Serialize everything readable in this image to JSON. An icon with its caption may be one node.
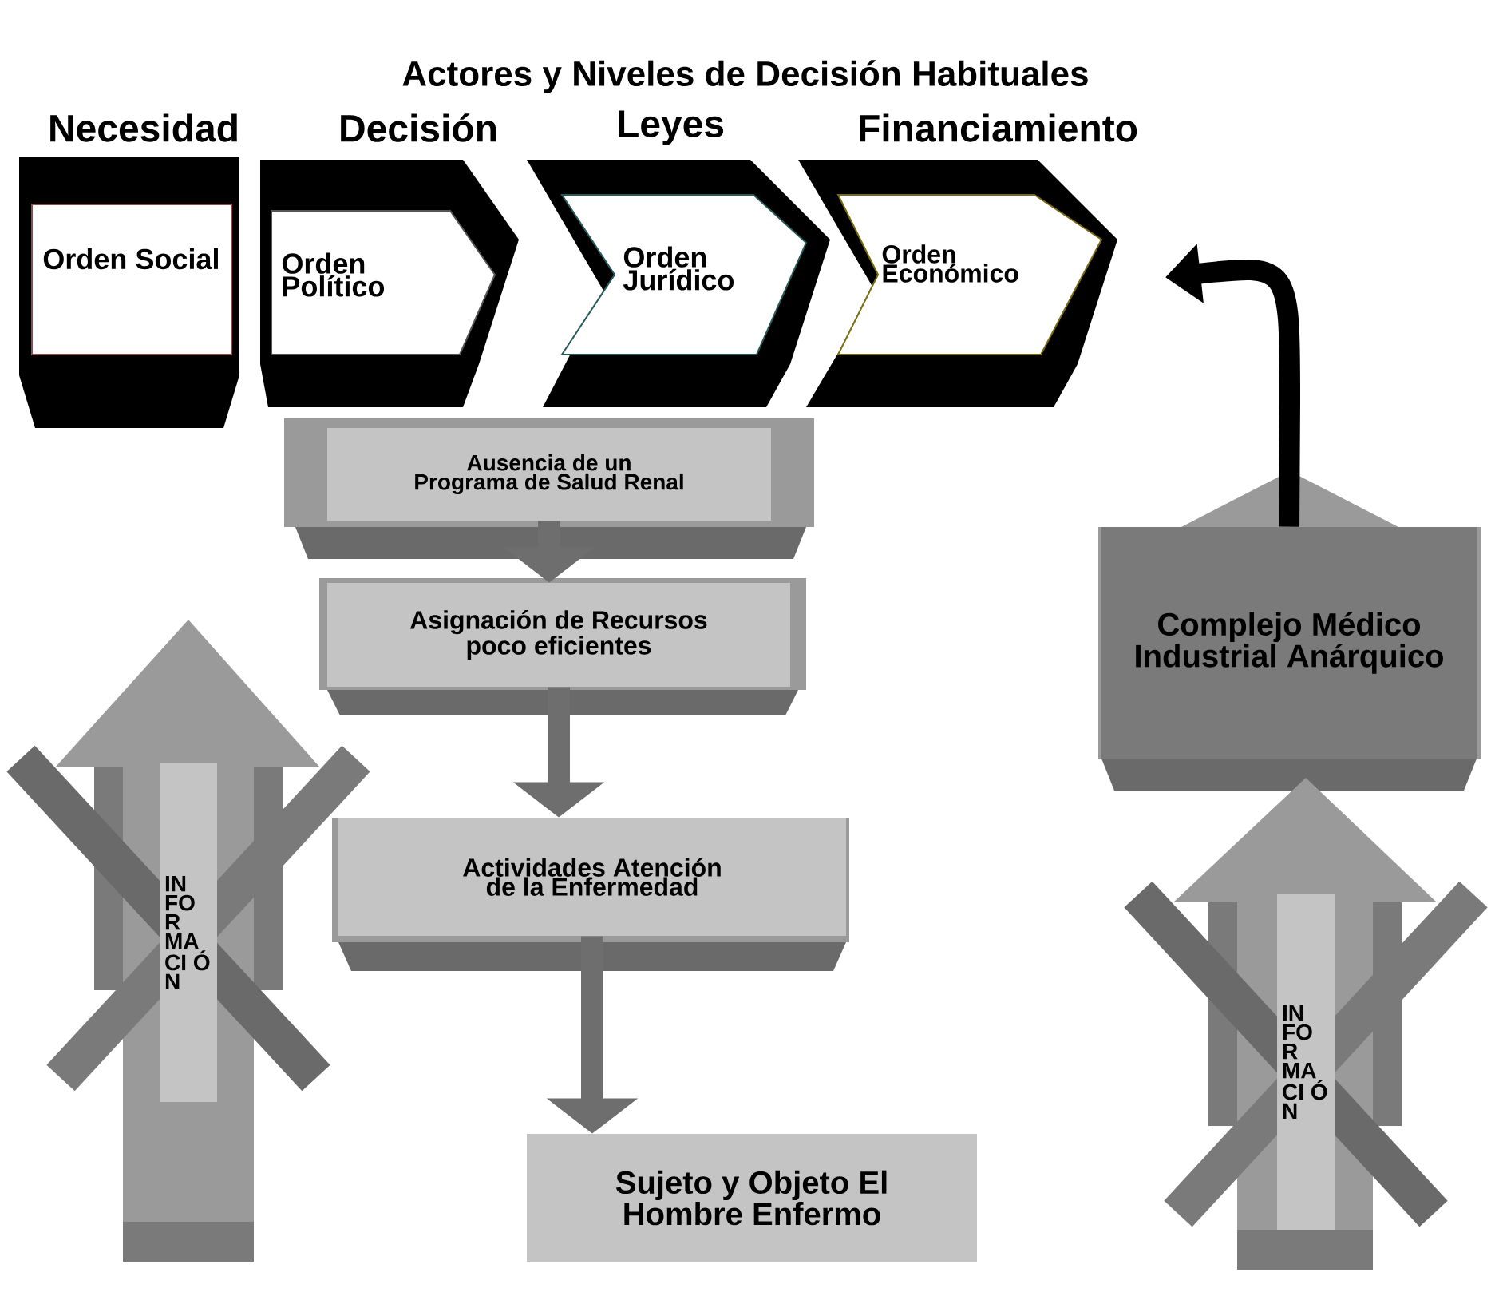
{
  "diagram": {
    "title": "Actores y Niveles de Decisión Habituales",
    "nodes": [
      {
        "text": [
          "Necesidad",
          "Orden Social"
        ]
      },
      {
        "text": [
          "Decisión",
          "Orden Político"
        ]
      },
      {
        "text": [
          "Leyes",
          "Orden Jurídico"
        ]
      },
      {
        "text": [
          "Financiamiento",
          "Orden Económico"
        ]
      },
      {
        "text": [
          "Ausencia de un Programa de Salud Renal"
        ]
      },
      {
        "text": [
          "Asignación de Recursos poco eficientes"
        ]
      },
      {
        "text": [
          "Actividades Atención de la Enfermedad"
        ]
      },
      {
        "text": [
          "Sujeto y Objeto El Hombre Enfermo"
        ]
      },
      {
        "text": [
          "Complejo Médico Industrial Anárquico"
        ]
      },
      {
        "text": [
          "IN FO R MA CI Ó N"
        ]
      },
      {
        "text": [
          "IN FO R MA CI Ó N"
        ]
      }
    ],
    "edges": [
      {
        "from": 4,
        "to": 5,
        "arrow": "to"
      },
      {
        "from": 5,
        "to": 6,
        "arrow": "to"
      },
      {
        "from": 6,
        "to": 7,
        "arrow": "to"
      },
      {
        "from": 8,
        "to": 3,
        "arrow": "to",
        "color": "#000000"
      }
    ]
  }
}
